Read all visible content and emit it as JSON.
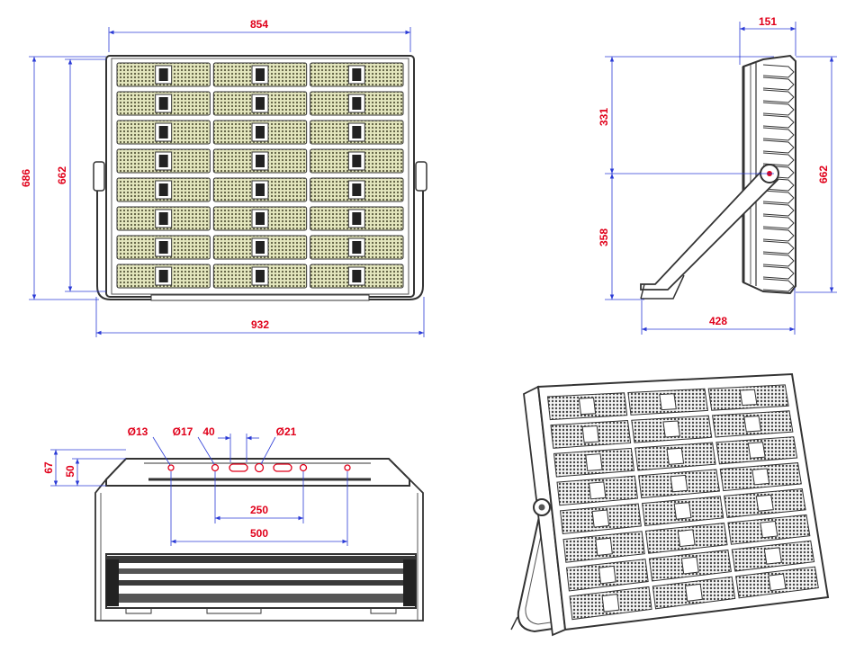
{
  "colors": {
    "dimension": "#e0001a",
    "dimension_line": "#2b3bd6",
    "outline": "#333333",
    "led_fill": "#d9dcb0",
    "led_dot": "#5a5a3c"
  },
  "front_view": {
    "width_top": "854",
    "width_bottom": "932",
    "height_outer": "686",
    "height_inner": "662",
    "rows": 8,
    "columns": 3
  },
  "side_view": {
    "depth": "151",
    "upper_height": "331",
    "lower_height": "358",
    "total_height": "662",
    "bracket_depth": "428"
  },
  "bottom_view": {
    "hole_d13": "Ø13",
    "hole_d17": "Ø17",
    "slot_40": "40",
    "hole_d21": "Ø21",
    "height_67": "67",
    "height_50": "50",
    "spacing_250": "250",
    "spacing_500": "500"
  },
  "iso_view": {
    "rows": 8,
    "columns": 3
  }
}
